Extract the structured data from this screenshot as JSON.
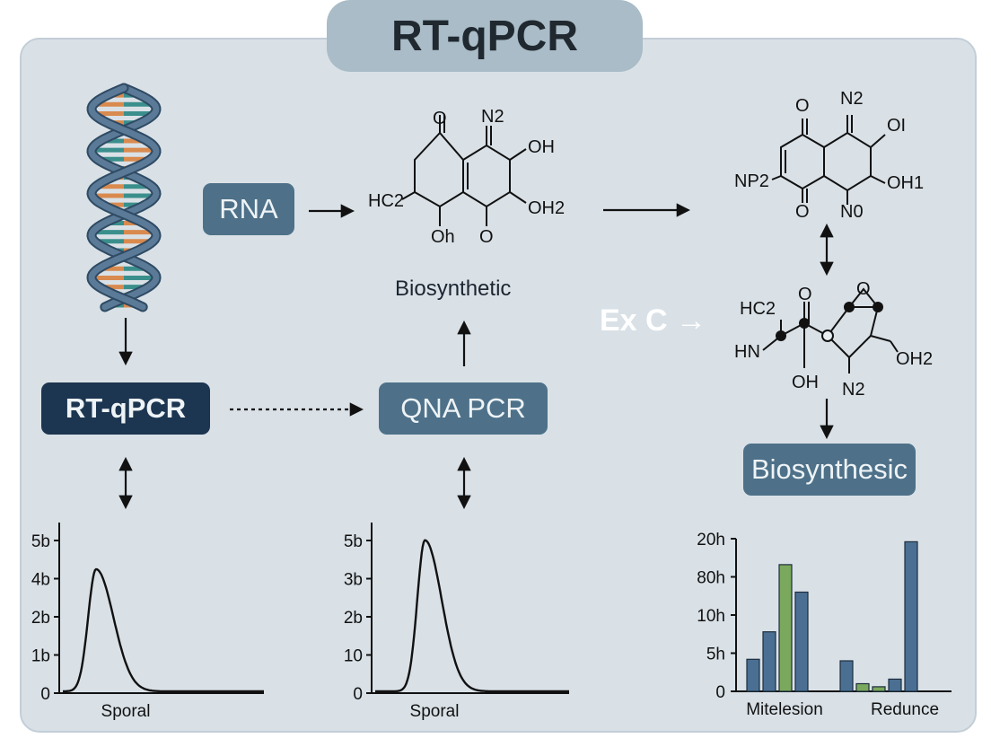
{
  "title": "RT-qPCR",
  "boxes": {
    "rna": "RNA",
    "rt_qpcr": "RT-qPCR",
    "qna_pcr": "QNA PCR",
    "biosynthesic": "Biosynthesic"
  },
  "labels": {
    "biosynthetic": "Biosynthetic",
    "ex_c": "Ex C →"
  },
  "molecule1": {
    "atoms": [
      "O",
      "N2",
      "OH",
      "HC2",
      "OH2",
      "Oh",
      "O"
    ]
  },
  "molecule2": {
    "atoms": [
      "O",
      "N2",
      "OI",
      "NP2",
      "OH1",
      "O",
      "N0"
    ]
  },
  "molecule3": {
    "atoms": [
      "HC2",
      "O",
      "O",
      "HN",
      "OH",
      "OH2",
      "N2"
    ]
  },
  "colors": {
    "helix": "#5a7a98",
    "rung_teal": "#3a8f8c",
    "rung_orange": "#d98a4e",
    "bar_blue": "#4a6f93",
    "bar_green": "#7aa85c"
  },
  "chart_data": [
    {
      "type": "line",
      "ytick_labels": [
        "0",
        "1b",
        "2b",
        "4b",
        "5b"
      ],
      "xlabel": "Sporal",
      "shape": "right-skewed peak",
      "peak_x_fraction": 0.18,
      "peak_level": 0.8
    },
    {
      "type": "line",
      "ytick_labels": [
        "0",
        "10",
        "2b",
        "3b",
        "5b"
      ],
      "xlabel": "Sporal",
      "shape": "right-skewed peak",
      "peak_x_fraction": 0.27,
      "peak_level": 0.99
    },
    {
      "type": "bar",
      "ytick_labels": [
        "0",
        "5h",
        "10h",
        "80h",
        "20h"
      ],
      "categories": [
        "Mitelesion",
        "Redunce"
      ],
      "series_colors": [
        "blue",
        "blue",
        "green",
        "blue"
      ],
      "groups": [
        {
          "category": "Mitelesion",
          "bars": [
            {
              "color": "blue",
              "level": 0.21
            },
            {
              "color": "blue",
              "level": 0.39
            },
            {
              "color": "green",
              "level": 0.83
            },
            {
              "color": "blue",
              "level": 0.65
            }
          ]
        },
        {
          "category": "Redunce",
          "bars": [
            {
              "color": "blue",
              "level": 0.2
            },
            {
              "color": "green",
              "level": 0.05
            },
            {
              "color": "green",
              "level": 0.03
            },
            {
              "color": "blue",
              "level": 0.08
            },
            {
              "color": "blue",
              "level": 0.98
            }
          ]
        }
      ]
    }
  ]
}
